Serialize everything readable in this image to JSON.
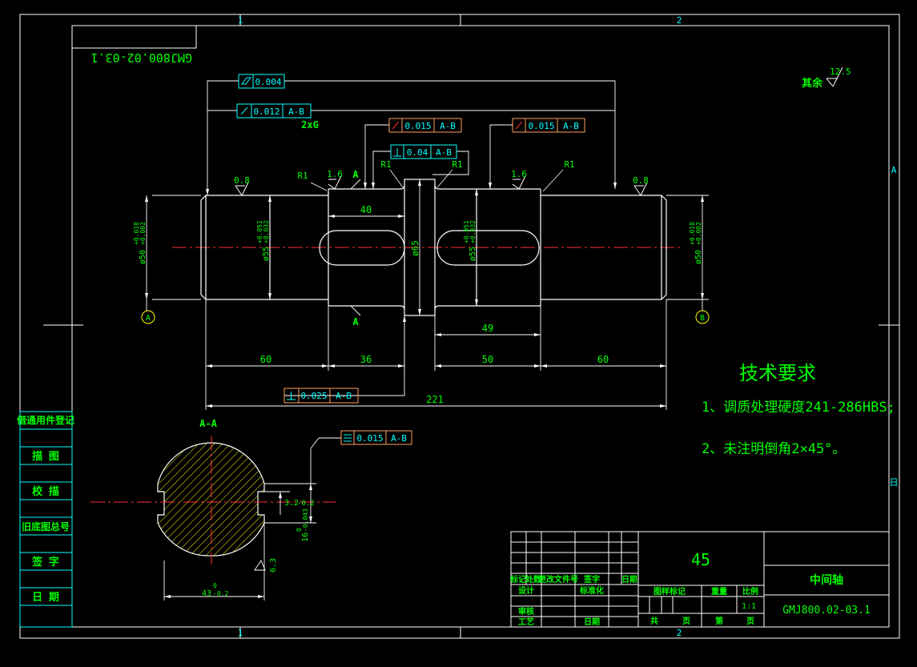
{
  "zones": {
    "top": [
      "1",
      "2"
    ],
    "bottom": [
      "1",
      "2"
    ],
    "right": [
      "A",
      "日"
    ]
  },
  "drawing_no_mirrored": "GMJ800.02-03.1",
  "roughness": {
    "rest_label": "其余",
    "rest_value": "12.5",
    "values": [
      "0.8",
      "1.6",
      "1.6",
      "0.8",
      "6.3"
    ]
  },
  "radii": [
    "R1",
    "R1",
    "R1",
    "R1"
  ],
  "tolerances": {
    "flatness": {
      "value": "0.004"
    },
    "runout_left": {
      "value": "0.012",
      "datum": "A-B"
    },
    "runout_mid_left": {
      "value": "0.015",
      "datum": "A-B"
    },
    "runout_mid_right": {
      "value": "0.015",
      "datum": "A-B"
    },
    "perp_top": {
      "value": "0.04",
      "datum": "A-B"
    },
    "perp_bottom": {
      "value": "0.025",
      "datum": "A-B"
    },
    "symmetry": {
      "value": "0.015",
      "datum": "A-B"
    }
  },
  "center_hole_note": "2xG",
  "section_markers": [
    "A",
    "A"
  ],
  "datums": [
    "A",
    "B"
  ],
  "dims": {
    "d40": "40",
    "d49": "49",
    "d60a": "60",
    "d36": "36",
    "d50": "50",
    "d60b": "60",
    "d221": "221",
    "dia65": "ø65",
    "dia50_left": "ø50",
    "dia55_left": "ø55",
    "dia55_right": "ø55",
    "dia50_right": "ø50",
    "tol_upper_a": "+0.018",
    "tol_lower_a": "+0.002",
    "tol_upper_b": "+0.051",
    "tol_lower_b": "+0.032",
    "tol_upper_c": "+0.051",
    "tol_lower_c": "+0.032",
    "tol_upper_d": "+0.018",
    "tol_lower_d": "+0.002"
  },
  "section": {
    "title": "A-A",
    "depth": "3.2",
    "depth_tol": "-0.2",
    "width_nom": "16",
    "width_upper": "0",
    "width_lower": "-0.043",
    "height_nom": "43",
    "height_upper": "0",
    "height_lower": "-0.2"
  },
  "tech_req": {
    "title": "技术要求",
    "items": [
      "1、调质处理硬度241-286HBS;",
      "2、未注明倒角2×45°。"
    ]
  },
  "side_table": [
    "借通用件登记",
    "描 图",
    "校 描",
    "旧底图总号",
    "签 字",
    "日 期"
  ],
  "title_block": {
    "material": "45",
    "name": "中间轴",
    "code": "GMJ800.02-03.1",
    "scale": "1:1",
    "rev_headers": [
      "标记",
      "处数",
      "更改文件号",
      "签字",
      "日期"
    ],
    "design": "设计",
    "standardization": "标准化",
    "review": "审核",
    "process": "工艺",
    "date": "日期",
    "stage_mark": "图样标记",
    "weight": "重量",
    "ratio": "比例",
    "total": "共",
    "page": "页",
    "sheet": "第",
    "sheet_page": "页"
  }
}
